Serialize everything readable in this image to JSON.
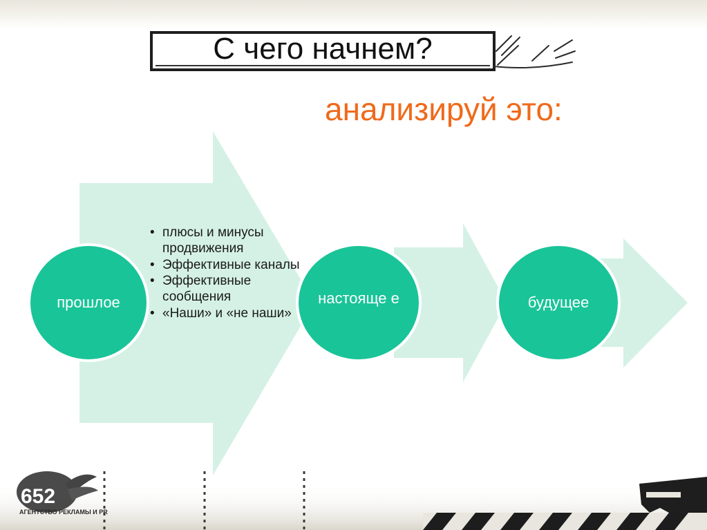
{
  "slide": {
    "title": "С чего начнем?",
    "subtitle": "анализируй это:"
  },
  "steps": [
    {
      "label": "прошлое",
      "bullets": [
        "плюсы и минусы продвижения",
        "Эффективные каналы",
        "Эффективные сообщения",
        "«Наши» и «не наши»"
      ]
    },
    {
      "label": "настояще е"
    },
    {
      "label": "будущее"
    }
  ],
  "logo": {
    "number": "652",
    "caption": "АГЕНТСТВО РЕКЛАМЫ И PR"
  },
  "colors": {
    "arrow": "#d5f1e6",
    "circle": "#19c498",
    "subtitle": "#ef6a1b",
    "title_text": "#111111"
  }
}
